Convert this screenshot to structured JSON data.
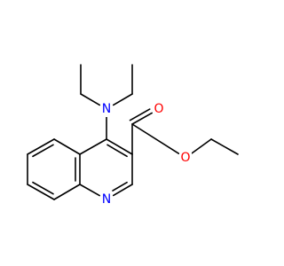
{
  "molecule": {
    "colors": {
      "bond": "#000000",
      "nitrogen": "#0000ff",
      "oxygen": "#ff0000"
    },
    "atoms": [
      {
        "id": "n_amine",
        "label": "N",
        "element": "nitrogen"
      },
      {
        "id": "n_ring",
        "label": "N",
        "element": "nitrogen"
      },
      {
        "id": "o_carbonyl",
        "label": "O",
        "element": "oxygen"
      },
      {
        "id": "o_ester",
        "label": "O",
        "element": "oxygen"
      }
    ]
  }
}
